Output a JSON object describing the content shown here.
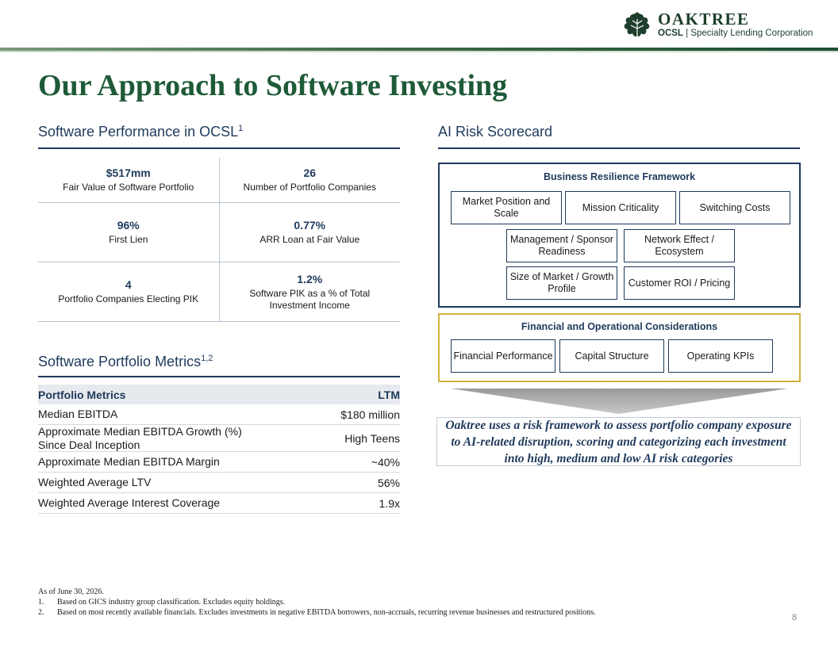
{
  "logo": {
    "name": "OAKTREE",
    "sub_bold": "OCSL",
    "sub_rest": "| Specialty Lending Corporation"
  },
  "page_title": "Our Approach to Software Investing",
  "performance": {
    "title": "Software Performance in OCSL",
    "title_sup": "1",
    "rows": [
      [
        {
          "value": "$517mm",
          "label": "Fair Value of Software Portfolio"
        },
        {
          "value": "26",
          "label": "Number of Portfolio Companies"
        }
      ],
      [
        {
          "value": "96%",
          "label": "First Lien"
        },
        {
          "value": "0.77%",
          "label": "ARR Loan at Fair Value"
        }
      ],
      [
        {
          "value": "4",
          "label": "Portfolio Companies Electing PIK"
        },
        {
          "value": "1.2%",
          "label": "Software PIK as a % of Total Investment Income"
        }
      ]
    ]
  },
  "metrics": {
    "title": "Software Portfolio Metrics",
    "title_sup": "1,2",
    "header": {
      "label": "Portfolio Metrics",
      "value": "LTM"
    },
    "rows": [
      {
        "label": "Median EBITDA",
        "value": "$180 million"
      },
      {
        "label": "Approximate Median EBITDA Growth (%) Since Deal Inception",
        "value": "High Teens"
      },
      {
        "label": "Approximate Median EBITDA Margin",
        "value": "~40%"
      },
      {
        "label": "Weighted Average LTV",
        "value": "56%"
      },
      {
        "label": "Weighted Average Interest Coverage",
        "value": "1.9x"
      }
    ]
  },
  "scorecard": {
    "title": "AI Risk Scorecard",
    "resilience": {
      "title": "Business Resilience Framework",
      "items": [
        "Market Position and Scale",
        "Mission Criticality",
        "Switching Costs",
        "Management / Sponsor Readiness",
        "Network Effect / Ecosystem",
        "Size of Market / Growth Profile",
        "Customer ROI / Pricing"
      ]
    },
    "financial": {
      "title": "Financial and Operational Considerations",
      "items": [
        "Financial Performance",
        "Capital Structure",
        "Operating KPIs"
      ]
    },
    "callout": "Oaktree uses a risk framework to assess portfolio company exposure to AI-related disruption, scoring and categorizing each investment into high, medium and low AI risk categories"
  },
  "footnotes": {
    "asof": "As of June 30, 2026.",
    "items": [
      {
        "num": "1.",
        "text": "Based on GICS industry group classification. Excludes equity holdings."
      },
      {
        "num": "2.",
        "text": "Based on most recently available financials. Excludes investments in negative EBITDA borrowers, non-accruals, recurring revenue businesses and restructured positions."
      }
    ]
  },
  "page_number": "8",
  "colors": {
    "navy": "#1f3a5c",
    "green": "#1e5a38",
    "gold": "#d4b23c"
  },
  "icons": {
    "logo": "oak-leaf-icon"
  }
}
